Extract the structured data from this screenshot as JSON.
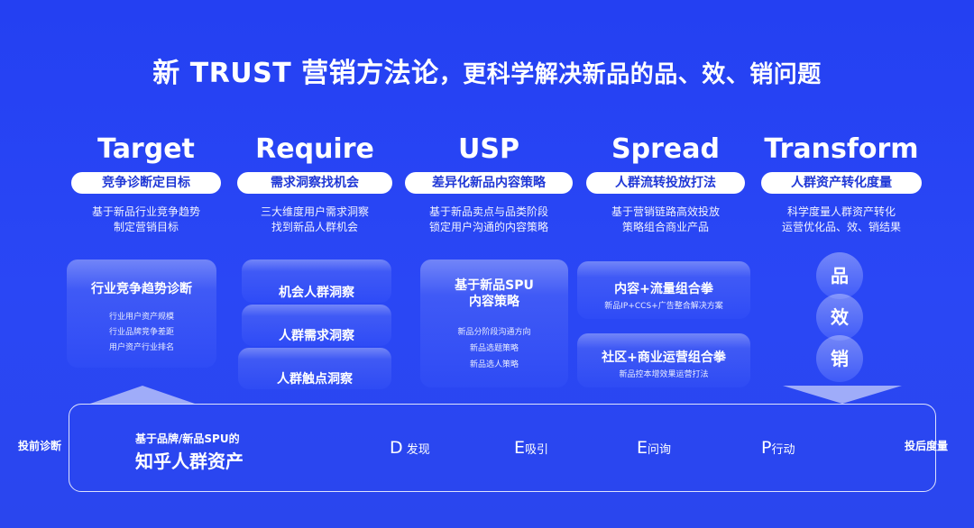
{
  "title": {
    "main": "新 TRUST 营销方法论",
    "sub": "，更科学解决新品的品、效、销问题"
  },
  "columns": [
    {
      "head": "Target",
      "pill": "竞争诊断定目标",
      "desc": [
        "基于新品行业竞争趋势",
        "制定营销目标"
      ]
    },
    {
      "head": "Require",
      "pill": "需求洞察找机会",
      "desc": [
        "三大维度用户需求洞察",
        "找到新品人群机会"
      ]
    },
    {
      "head": "USP",
      "pill": "差异化新品内容策略",
      "desc": [
        "基于新品卖点与品类阶段",
        "锁定用户沟通的内容策略"
      ]
    },
    {
      "head": "Spread",
      "pill": "人群流转投放打法",
      "desc": [
        "基于营销链路高效投放",
        "策略组合商业产品"
      ]
    },
    {
      "head": "Transform",
      "pill": "人群资产转化度量",
      "desc": [
        "科学度量人群资产转化",
        "运营优化品、效、销结果"
      ]
    }
  ],
  "target_card": {
    "title": "行业竞争趋势诊断",
    "items": [
      "行业用户资产规模",
      "行业品牌竞争差距",
      "用户资产行业排名"
    ]
  },
  "require_cards": [
    "机会人群洞察",
    "人群需求洞察",
    "人群触点洞察"
  ],
  "usp_card": {
    "title_lines": [
      "基于新品SPU",
      "内容策略"
    ],
    "items": [
      "新品分阶段沟通方向",
      "新品选题策略",
      "新品选人策略"
    ]
  },
  "spread_cards": [
    {
      "title": "内容+流量组合拳",
      "note": "新品IP+CCS+广告整合解决方案"
    },
    {
      "title": "社区+商业运营组合拳",
      "note": "新品控本增效果运营打法"
    }
  ],
  "transform_circles": [
    "品",
    "效",
    "销"
  ],
  "bottom": {
    "left_label": "投前诊断",
    "right_label": "投后度量",
    "asset_line1": "基于品牌/新品SPU的",
    "asset_line2": "知乎人群资产",
    "stages": [
      {
        "letter": "D",
        "text": " 发现"
      },
      {
        "letter": "E",
        "text": "吸引"
      },
      {
        "letter": "E",
        "text": "问询"
      },
      {
        "letter": "P",
        "text": "行动"
      }
    ]
  }
}
